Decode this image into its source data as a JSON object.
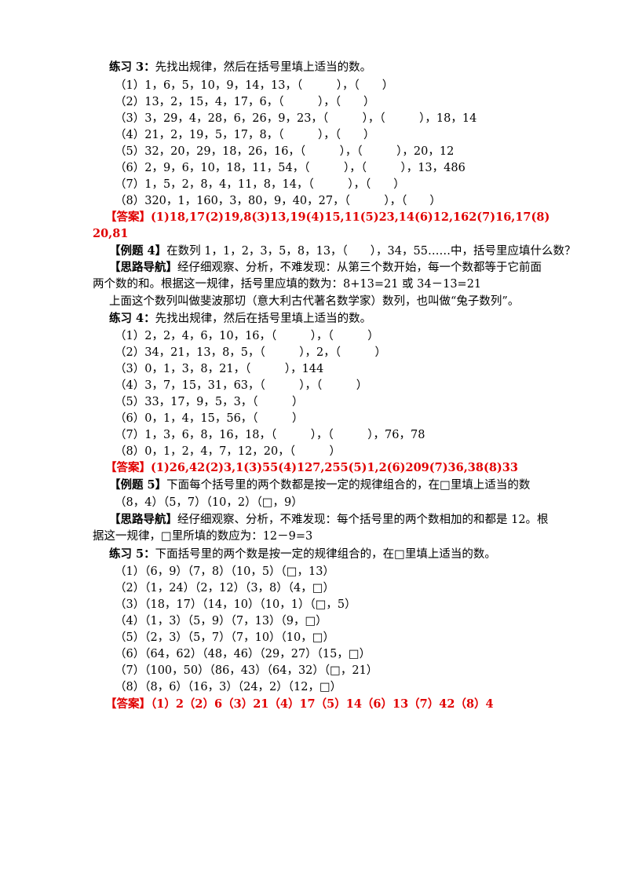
{
  "practice3": {
    "label": "练习 3：",
    "instruction": "先找出规律，然后在括号里填上适当的数。",
    "items": [
      "（1）1，6，5，10，9，14，13，（　　　），（　　）",
      "（2）13，2，15，4，17，6，（　　　），（　　）",
      "（3）3，29，4，28，6，26，9，23，（　　　），（　　　），18，14",
      "（4）21，2，19，5，17，8，（　　　），（　　）",
      "（5）32，20，29，18，26，16，（　　　），（　　　），20，12",
      "（6）2，9，6，10，18，11，54，（　　　），（　　　），13，486",
      "（7）1，5，2，8，4，11，8，14，（　　　），（　　）",
      "（8）320，1，160，3，80，9，40，27，（　　　），（　　）"
    ],
    "answer_line1": "【答案】(1)18,17(2)19,8(3)13,19(4)15,11(5)23,14(6)12,162(7)16,17(8)",
    "answer_line2": "20,81"
  },
  "example4": {
    "label": "【例题 4】",
    "question": "在数列 1，1，2，3，5，8，13，（　　），34，55……中，括号里应填什么数？",
    "hint_label": "【思路导航】",
    "hint_line1": "经仔细观察、分析，不难发现：从第三个数开始，每一个数都等于它前面",
    "hint_line2": "两个数的和。根据这一规律，括号里应填的数为：8+13=21 或 34－13=21",
    "note": "上面这个数列叫做斐波那切（意大利古代著名数学家）数列，也叫做“兔子数列”。"
  },
  "practice4": {
    "label": "练习 4：",
    "instruction": "先找出规律，然后在括号里填上适当的数。",
    "items": [
      "（1）2，2，4，6，10，16，（　　　），（　　　）",
      "（2）34，21，13，8，5，（　　　），2，（　　　）",
      "（3）0，1，3，8，21，（　　　），144",
      "（4）3，7，15，31，63，（　　　），（　　　）",
      "（5）33，17，9，5，3，（　　　）",
      "（6）0，1，4，15，56，（　　　）",
      "（7）1，3，6，8，16，18，（　　　），（　　　），76，78",
      "（8）0，1，2，4，7，12，20，（　　　）"
    ],
    "answer": "【答案】(1)26,42(2)3,1(3)55(4)127,255(5)1,2(6)209(7)36,38(8)33"
  },
  "example5": {
    "label": "【例题 5】",
    "question": "下面每个括号里的两个数都是按一定的规律组合的，在□里填上适当的数",
    "pairs": "（8，4）（5，7）（10，2）（□，9）",
    "hint_label": "【思路导航】",
    "hint_line1": "经仔细观察、分析，不难发现：每个括号里的两个数相加的和都是 12。根",
    "hint_line2": "据这一规律，□里所填的数应为：12－9=3"
  },
  "practice5": {
    "label": "练习 5：",
    "instruction": "下面括号里的两个数是按一定的规律组合的，在□里填上适当的数。",
    "items": [
      "（1）（6，9）（7，8）（10，5）（□，13）",
      "（2）（1，24）（2，12）（3，8）（4，□）",
      "（3）（18，17）（14，10）（10，1）（□，5）",
      "（4）（1，3）（5，9）（7，13）（9，□）",
      "（5）（2，3）（5，7）（7，10）（10，□）",
      "（6）（64，62）（48，46）（29，27）（15，□）",
      "（7）（100，50）（86，43）（64，32）（□，21）",
      "（8）（8，6）（16，3）（24，2）（12，□）"
    ],
    "answer": "【答案】（1）2（2）6（3）21（4）17（5）14（6）13（7）42（8）4"
  }
}
